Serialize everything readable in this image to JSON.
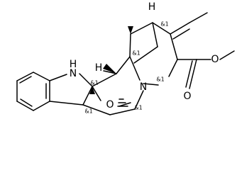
{
  "atoms": {
    "nh": "H\nN",
    "n_h_letter": "H",
    "n_n_letter": "N",
    "n_amine": "N",
    "o_bridge": "O",
    "o_carbonyl": "O",
    "o_ester": "O",
    "h_top": "H",
    "h_left": "H"
  },
  "stereo_labels": [
    "&1",
    "&1",
    "&1",
    "&1",
    "&1",
    "&1"
  ]
}
